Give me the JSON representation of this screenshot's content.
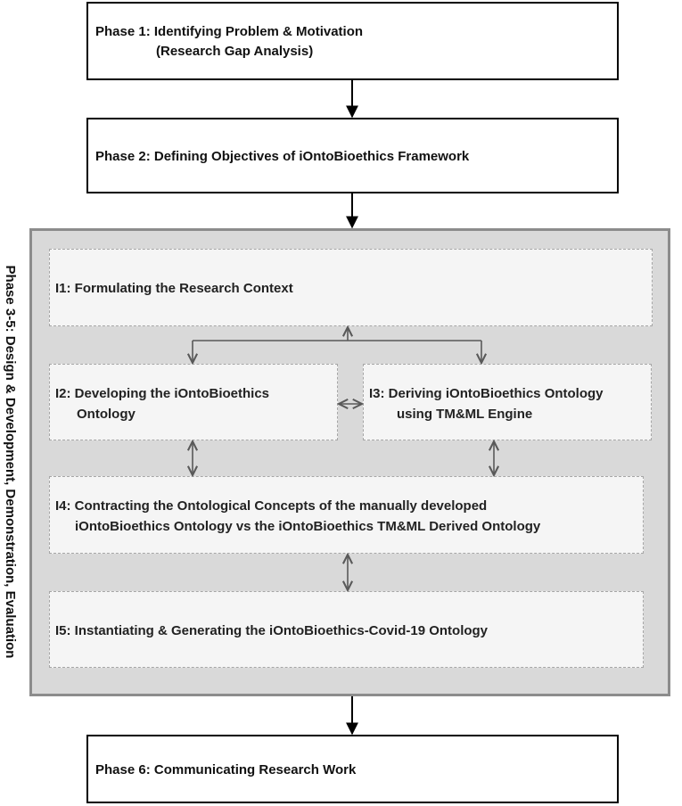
{
  "phases": {
    "phase1": {
      "line1": "Phase 1: Identifying Problem & Motivation",
      "line2": "(Research Gap Analysis)"
    },
    "phase2": {
      "line1": "Phase 2: Defining Objectives of iOntoBioethics Framework"
    },
    "phase3to5": {
      "label": "Phase 3-5: Design & Development, Demonstration, Evaluation"
    },
    "phase6": {
      "line1": "Phase 6: Communicating Research Work"
    }
  },
  "inner_steps": {
    "i1": {
      "line1": "I1: Formulating the Research Context"
    },
    "i2": {
      "line1": "I2: Developing the iOntoBioethics",
      "line2": "Ontology"
    },
    "i3": {
      "line1": "I3: Deriving iOntoBioethics Ontology",
      "line2": "using TM&ML Engine"
    },
    "i4": {
      "line1": "I4: Contracting the Ontological Concepts of the manually developed",
      "line2": "iOntoBioethics Ontology vs the iOntoBioethics TM&ML Derived Ontology"
    },
    "i5": {
      "line1": "I5: Instantiating & Generating the iOntoBioethics-Covid-19 Ontology"
    }
  },
  "colors": {
    "container_fill": "#d9d9d9",
    "container_border": "#8c8c8c",
    "inner_box_fill": "#f5f5f5",
    "inner_box_border": "#a6a6a6",
    "arrow_black": "#000000",
    "arrow_grey": "#595959"
  }
}
